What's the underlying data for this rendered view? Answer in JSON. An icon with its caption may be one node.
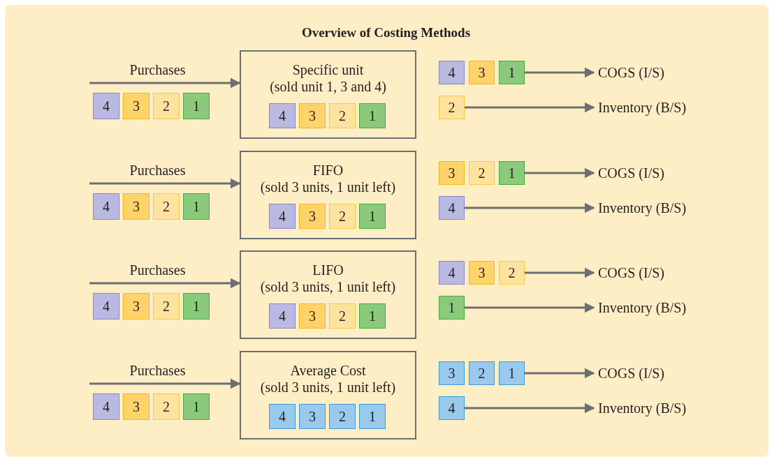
{
  "diagram": {
    "title": "Overview of Costing Methods",
    "nodes": [
      {
        "text": [
          "4"
        ]
      },
      {
        "text": [
          "3"
        ]
      },
      {
        "text": [
          "2"
        ]
      },
      {
        "text": [
          "1"
        ]
      },
      {
        "text": [
          "Specific unit",
          "(sold unit 1, 3 and 4)"
        ]
      },
      {
        "text": [
          "4"
        ],
        "in": 4
      },
      {
        "text": [
          "3"
        ],
        "in": 4
      },
      {
        "text": [
          "2"
        ],
        "in": 4
      },
      {
        "text": [
          "1"
        ],
        "in": 4
      },
      {
        "text": [
          "4"
        ]
      },
      {
        "text": [
          "3"
        ]
      },
      {
        "text": [
          "1"
        ]
      },
      {
        "text": [
          "COGS (I/S)"
        ]
      },
      {
        "text": [
          "2"
        ]
      },
      {
        "text": [
          "Inventory (B/S)"
        ]
      },
      {
        "text": [
          "4"
        ]
      },
      {
        "text": [
          "3"
        ]
      },
      {
        "text": [
          "2"
        ]
      },
      {
        "text": [
          "1"
        ]
      },
      {
        "text": [
          "FIFO",
          "(sold 3 units, 1 unit left)"
        ]
      },
      {
        "text": [
          "4"
        ],
        "in": 19
      },
      {
        "text": [
          "3"
        ],
        "in": 19
      },
      {
        "text": [
          "2"
        ],
        "in": 19
      },
      {
        "text": [
          "1"
        ],
        "in": 19
      },
      {
        "text": [
          "3"
        ]
      },
      {
        "text": [
          "2"
        ]
      },
      {
        "text": [
          "1"
        ]
      },
      {
        "text": [
          "COGS (I/S)"
        ]
      },
      {
        "text": [
          "4"
        ]
      },
      {
        "text": [
          "Inventory (B/S)"
        ]
      },
      {
        "text": [
          "4"
        ]
      },
      {
        "text": [
          "3"
        ]
      },
      {
        "text": [
          "2"
        ]
      },
      {
        "text": [
          "1"
        ]
      },
      {
        "text": [
          "LIFO",
          "(sold 3 units, 1 unit left)"
        ]
      },
      {
        "text": [
          "4"
        ],
        "in": 34
      },
      {
        "text": [
          "3"
        ],
        "in": 34
      },
      {
        "text": [
          "2"
        ],
        "in": 34
      },
      {
        "text": [
          "1"
        ],
        "in": 34
      },
      {
        "text": [
          "4"
        ]
      },
      {
        "text": [
          "3"
        ]
      },
      {
        "text": [
          "2"
        ]
      },
      {
        "text": [
          "COGS (I/S)"
        ]
      },
      {
        "text": [
          "1"
        ]
      },
      {
        "text": [
          "Inventory (B/S)"
        ]
      },
      {
        "text": [
          "4"
        ]
      },
      {
        "text": [
          "3"
        ]
      },
      {
        "text": [
          "2"
        ]
      },
      {
        "text": [
          "1"
        ]
      },
      {
        "text": [
          "Average Cost",
          "(sold 3 units, 1 unit left)"
        ]
      },
      {
        "text": [
          "4"
        ],
        "in": 49
      },
      {
        "text": [
          "3"
        ],
        "in": 49
      },
      {
        "text": [
          "2"
        ],
        "in": 49
      },
      {
        "text": [
          "1"
        ],
        "in": 49
      },
      {
        "text": [
          "3"
        ]
      },
      {
        "text": [
          "2"
        ]
      },
      {
        "text": [
          "1"
        ]
      },
      {
        "text": [
          "COGS (I/S)"
        ]
      },
      {
        "text": [
          "4"
        ]
      },
      {
        "text": [
          "Inventory (B/S)"
        ]
      }
    ],
    "edges": [
      {
        "from": null,
        "to": 4,
        "arrow": "to",
        "label": "Purchases"
      },
      {
        "from": 11,
        "to": 12,
        "arrow": "to"
      },
      {
        "from": 13,
        "to": 14,
        "arrow": "to"
      },
      {
        "from": null,
        "to": 19,
        "arrow": "to",
        "label": "Purchases"
      },
      {
        "from": 26,
        "to": 27,
        "arrow": "to"
      },
      {
        "from": 28,
        "to": 29,
        "arrow": "to"
      },
      {
        "from": null,
        "to": 34,
        "arrow": "to",
        "label": "Purchases"
      },
      {
        "from": 41,
        "to": 42,
        "arrow": "to"
      },
      {
        "from": 43,
        "to": 44,
        "arrow": "to"
      },
      {
        "from": null,
        "to": 49,
        "arrow": "to",
        "label": "Purchases"
      },
      {
        "from": 56,
        "to": 57,
        "arrow": "to"
      },
      {
        "from": 58,
        "to": 59,
        "arrow": "to"
      }
    ]
  }
}
